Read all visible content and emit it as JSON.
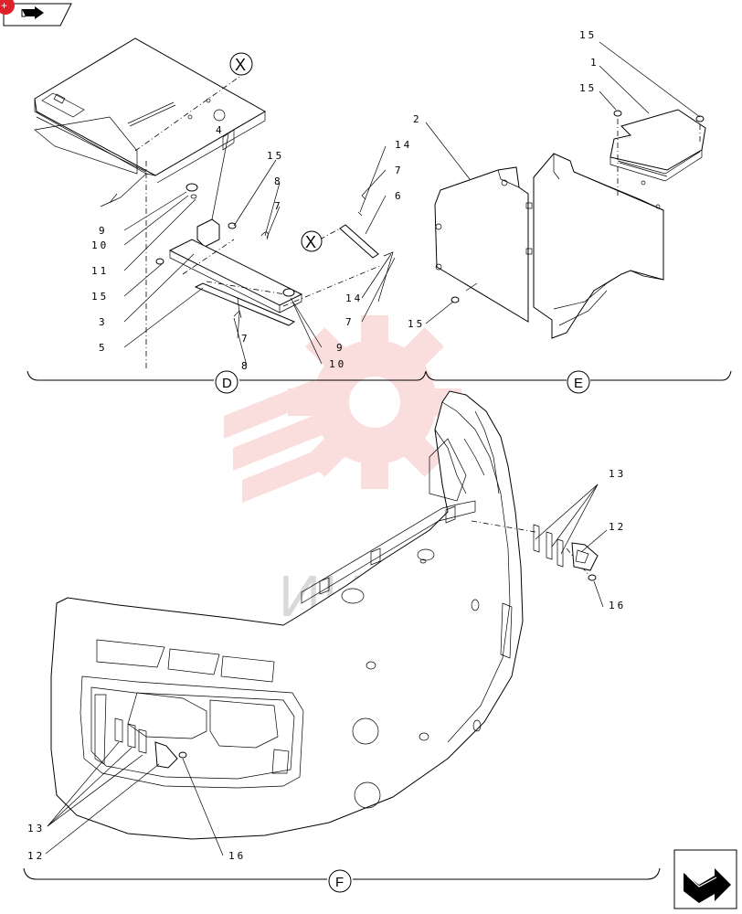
{
  "nav": {
    "back_icon": "arrow-back-icon",
    "next_icon": "arrow-next-icon",
    "badge_symbol": "+",
    "badge_color": "#e0202a"
  },
  "watermark": {
    "text": "ИНТЕХ",
    "color": "#e53935"
  },
  "sections": {
    "d": "D",
    "e": "E",
    "f": "F"
  },
  "view_marker": "X",
  "callouts": {
    "d_1": "4",
    "d_2": "15",
    "d_3": "8",
    "d_4": "7",
    "d_5": "9",
    "d_6": "10",
    "d_7": "11",
    "d_8": "15",
    "d_9": "3",
    "d_10": "5",
    "d_11": "7",
    "d_12": "8",
    "d_13": "9",
    "d_14": "10",
    "d_15": "14",
    "d_16": "7",
    "d_17": "6",
    "d_18": "14",
    "d_19": "7",
    "e_1": "15",
    "e_2": "1",
    "e_3": "15",
    "e_4": "2",
    "e_5": "15",
    "f_1": "13",
    "f_2": "12",
    "f_3": "16",
    "f_4": "13",
    "f_5": "12",
    "f_6": "16"
  }
}
